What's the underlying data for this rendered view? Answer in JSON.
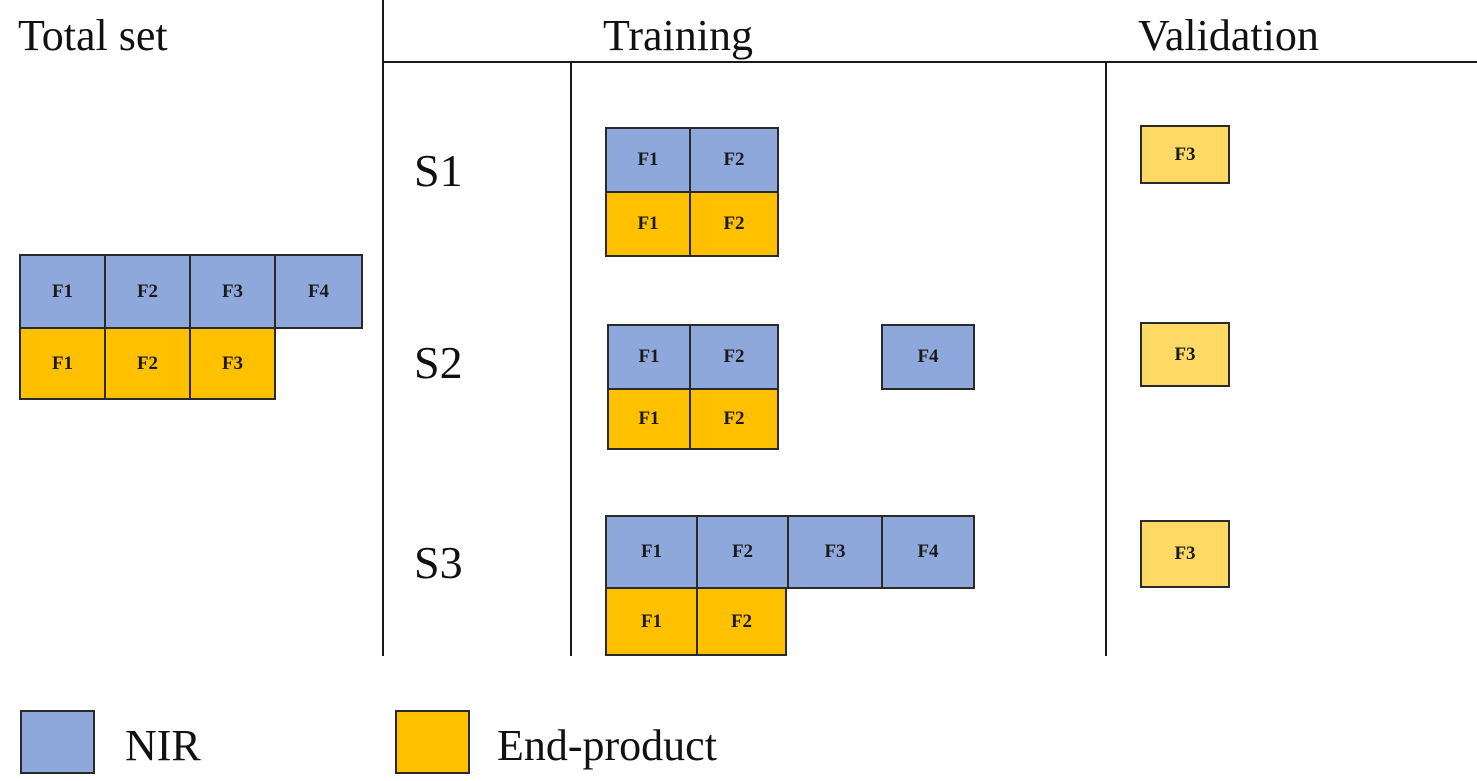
{
  "headers": {
    "total_set": "Total set",
    "training": "Training",
    "validation": "Validation"
  },
  "total_set": {
    "nir": [
      "F1",
      "F2",
      "F3",
      "F4"
    ],
    "end_product": [
      "F1",
      "F2",
      "F3"
    ]
  },
  "scenarios": [
    {
      "label": "S1",
      "training_nir": [
        "F1",
        "F2"
      ],
      "training_nir_extra": [],
      "training_end_product": [
        "F1",
        "F2"
      ],
      "validation": "F3"
    },
    {
      "label": "S2",
      "training_nir": [
        "F1",
        "F2"
      ],
      "training_nir_extra": [
        "F4"
      ],
      "training_end_product": [
        "F1",
        "F2"
      ],
      "validation": "F3"
    },
    {
      "label": "S3",
      "training_nir": [
        "F1",
        "F2",
        "F3",
        "F4"
      ],
      "training_nir_extra": [],
      "training_end_product": [
        "F1",
        "F2"
      ],
      "validation": "F3"
    }
  ],
  "legend": {
    "nir": "NIR",
    "end_product": "End-product"
  },
  "colors": {
    "nir": "#8fa8dc",
    "end_product": "#ffc000",
    "validation": "#ffd966"
  }
}
